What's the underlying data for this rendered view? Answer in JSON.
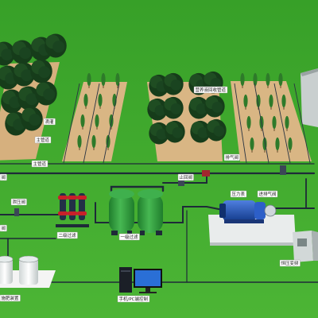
{
  "labels": {
    "main_pipe": "主管道",
    "main_pipe_2": "主管道",
    "drip_irrigation": "滴灌",
    "nutrient_pipe": "营养液回收管道",
    "exhaust_valve": "排气阀",
    "check_valve": "止回阀",
    "pressure_relief_valve": "泄压阀",
    "pressure_tank": "压力表",
    "air_inlet_valve": "进排气阀",
    "secondary_filter": "二级过滤",
    "primary_filter": "一级过滤",
    "inverter_control": "恒压变频",
    "phone_pc_control": "手机/PC端控制",
    "fertilizer_device": "施肥装置",
    "left_edge_1": "阀",
    "left_edge_2": "阀"
  },
  "colors": {
    "grass": "#3fa52c",
    "soil": "#d8b485",
    "pipe": "#1e2a38",
    "filter_tank": "#2e9a3c",
    "pump": "#1f4fb0"
  }
}
